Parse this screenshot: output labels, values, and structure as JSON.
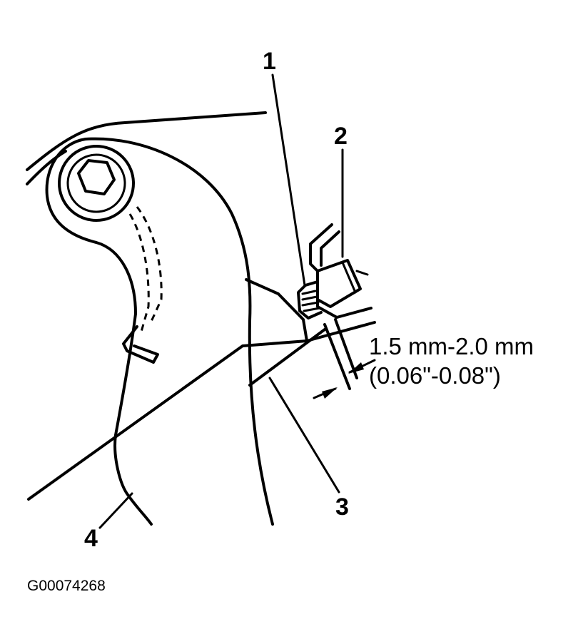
{
  "callouts": [
    "1",
    "2",
    "3",
    "4"
  ],
  "spec": {
    "metric": "1.5 mm-2.0 mm",
    "imperial": "(0.06\"-0.08\")"
  },
  "figure_code": "G00074268"
}
